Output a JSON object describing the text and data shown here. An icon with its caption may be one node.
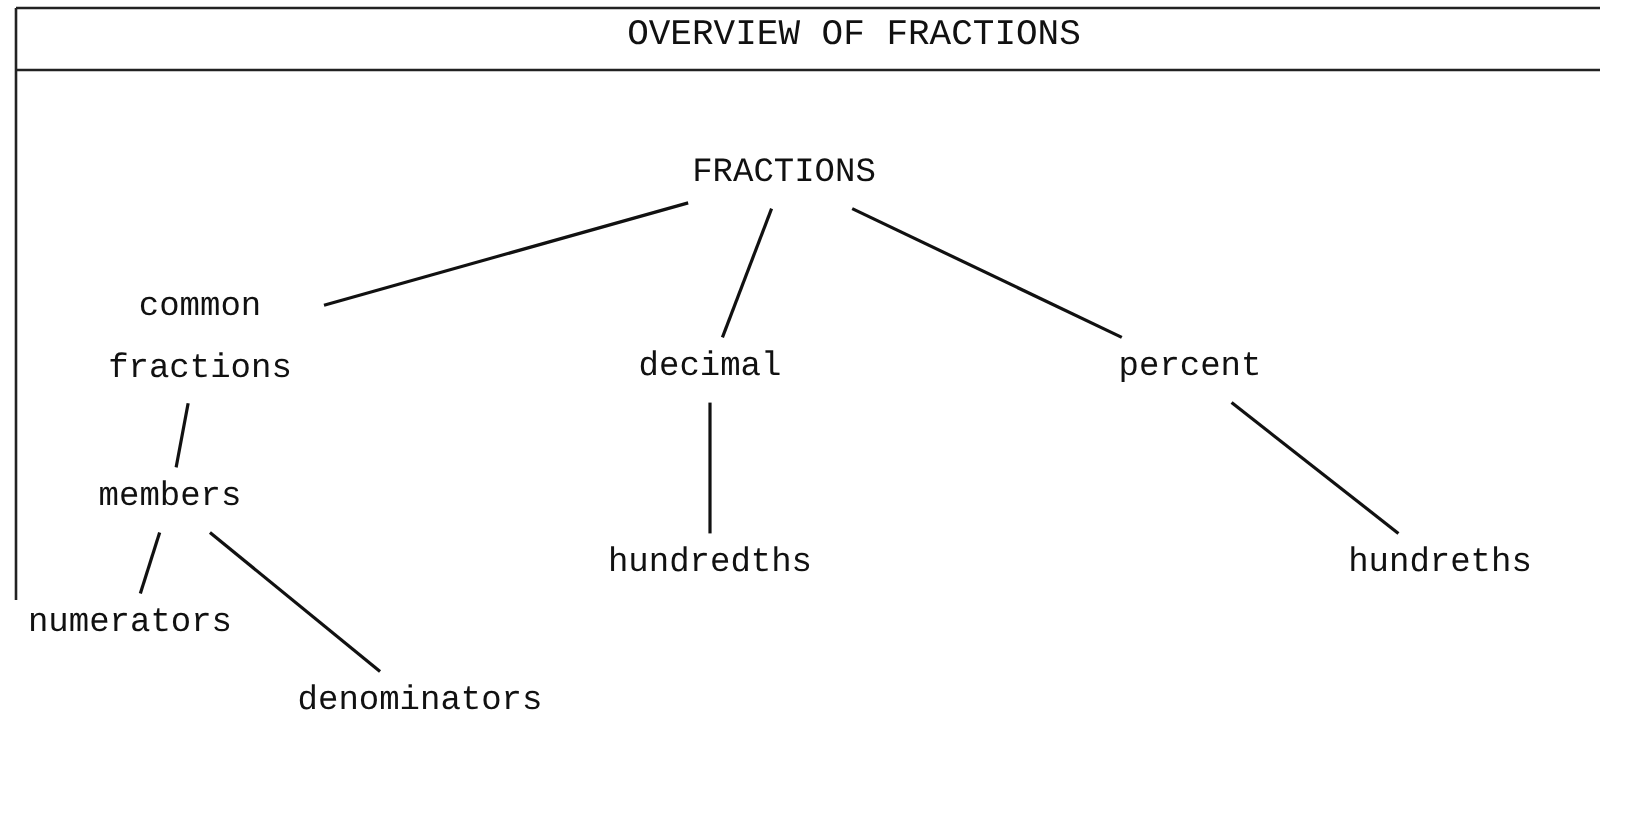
{
  "diagram": {
    "title": "OVERVIEW OF FRACTIONS",
    "nodes": [
      {
        "text": [
          "FRACTIONS"
        ]
      },
      {
        "text": [
          "common fractions"
        ]
      },
      {
        "text": [
          "decimal"
        ]
      },
      {
        "text": [
          "percent"
        ]
      },
      {
        "text": [
          "members"
        ]
      },
      {
        "text": [
          "hundredths"
        ]
      },
      {
        "text": [
          "hundreths"
        ]
      },
      {
        "text": [
          "numerators"
        ]
      },
      {
        "text": [
          "denominators"
        ]
      }
    ],
    "edges": [
      {
        "from": 0,
        "to": 1,
        "arrow": "none"
      },
      {
        "from": 0,
        "to": 2,
        "arrow": "none"
      },
      {
        "from": 0,
        "to": 3,
        "arrow": "none"
      },
      {
        "from": 1,
        "to": 4,
        "arrow": "none"
      },
      {
        "from": 2,
        "to": 5,
        "arrow": "none"
      },
      {
        "from": 3,
        "to": 6,
        "arrow": "none"
      },
      {
        "from": 4,
        "to": 7,
        "arrow": "none"
      },
      {
        "from": 4,
        "to": 8,
        "arrow": "none"
      }
    ]
  }
}
